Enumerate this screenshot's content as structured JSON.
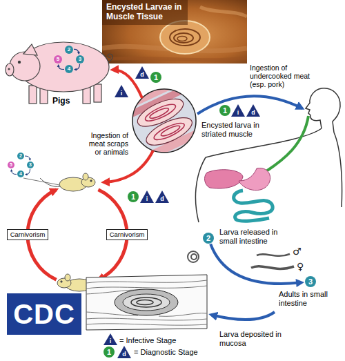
{
  "diagram": {
    "nodes": [
      {
        "text": [
          "2"
        ]
      },
      {
        "text": [
          "3"
        ]
      },
      {
        "text": [
          "4"
        ]
      },
      {
        "text": [
          "5"
        ]
      },
      {
        "text": [
          "d"
        ]
      },
      {
        "text": [
          "1"
        ]
      },
      {
        "text": [
          "i"
        ]
      },
      {
        "text": [
          "1"
        ]
      },
      {
        "text": [
          "i"
        ]
      },
      {
        "text": [
          "d"
        ]
      },
      {
        "text": [
          "2"
        ]
      },
      {
        "text": [
          "3"
        ]
      },
      {
        "text": [
          "4"
        ]
      },
      {
        "text": [
          "5"
        ]
      },
      {
        "text": [
          "1"
        ]
      },
      {
        "text": [
          "i"
        ]
      },
      {
        "text": [
          "d"
        ]
      },
      {
        "text": [
          "Carnivorism"
        ]
      },
      {
        "text": [
          "Carnivorism"
        ]
      },
      {
        "text": [
          "2"
        ]
      },
      {
        "text": [
          "3"
        ]
      },
      {
        "text": [
          "CDC"
        ]
      }
    ],
    "edges": [
      {
        "from": 0,
        "to": 1,
        "arrow": "to"
      },
      {
        "from": 1,
        "to": 2,
        "arrow": "to"
      },
      {
        "from": 2,
        "to": 3,
        "arrow": "to"
      },
      {
        "from": 10,
        "to": 11,
        "arrow": "to"
      },
      {
        "from": 11,
        "to": 12,
        "arrow": "to"
      },
      {
        "from": 12,
        "to": 13,
        "arrow": "to"
      },
      {
        "from": 19,
        "to": 20,
        "arrow": "to"
      }
    ],
    "labels": [
      "Encysted Larvae in Muscle Tissue",
      "Ingestion of undercooked meat (esp. pork)",
      "Encysted larva in striated muscle",
      "Pigs",
      "Ingestion of meat scraps or animals",
      "Larva released in small intestine",
      "Adults in small intestine",
      "Larva deposited in mucosa",
      "♂",
      "♀",
      "i",
      "1",
      "d"
    ],
    "legend": [
      {
        "text": "= Infective Stage"
      },
      {
        "text": "= Diagnostic Stage"
      }
    ]
  }
}
